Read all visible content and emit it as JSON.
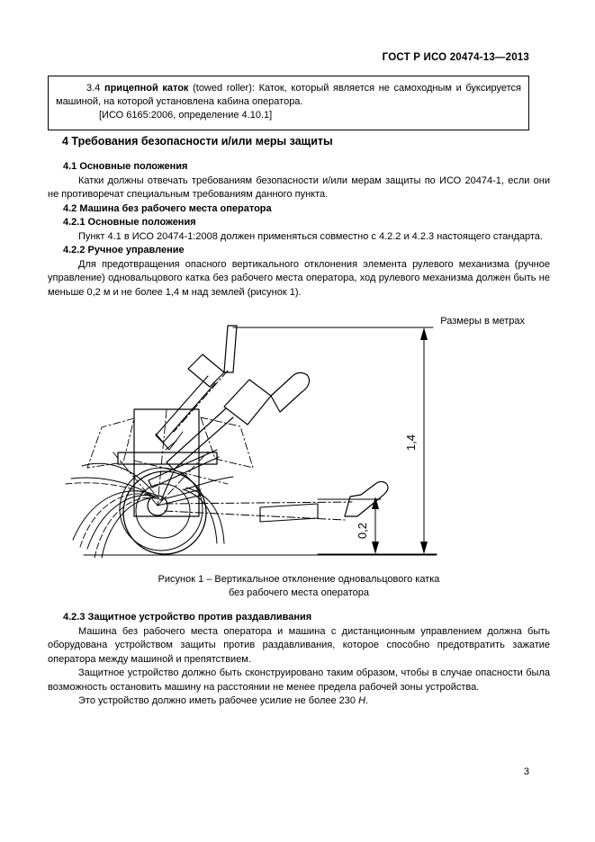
{
  "header": {
    "standard_ref": "ГОСТ Р ИСО 20474-13—2013"
  },
  "definition_box": {
    "clause_number": "3.4",
    "term": "прицепной каток",
    "term_en": "(towed roller):",
    "definition": "Каток, который является не самоходным и буксируется машиной, на которой установлена кабина оператора.",
    "source_reference": "[ИСО 6165:2006, определение 4.10.1]"
  },
  "sections": {
    "main_heading": "4 Требования безопасности и/или меры защиты",
    "s41_heading": "4.1 Основные положения",
    "s41_body": "Катки должны отвечать требованиям безопасности и/или  мерам защиты по ИСО 20474-1, если они не противоречат специальным требованиям данного пункта.",
    "s42_heading": "4.2 Машина без рабочего места оператора",
    "s421_heading": "4.2.1 Основные положения",
    "s421_body": "Пункт 4.1 в ИСО 20474-1:2008 должен применяться совместно с 4.2.2 и 4.2.3 настоящего стандарта.",
    "s422_heading": "4.2.2  Ручное управление",
    "s422_body": "Для предотвращения опасного вертикального отклонения элемента  рулевого механизма (ручное  управление) одновальцового катка без рабочего места оператора, ход рулевого механизма должен быть не меньше 0,2 м и не более 1,4 м над землей (рисунок 1).",
    "s423_heading": "4.2.3 Защитное устройство против раздавливания",
    "s423_body_1": "Машина без рабочего места оператора и машина с дистанционным управлением должна быть оборудована устройством защиты против раздавливания, которое способно предотвратить зажатие оператора между машиной и препятствием.",
    "s423_body_2": "Защитное устройство должно быть сконструировано таким образом, чтобы в случае опасности была возможность остановить машину на расстоянии  не менее предела рабочей зоны устройства.",
    "s423_body_3_pre": "Это устройство должно иметь рабочее усилие  не более 230 ",
    "s423_body_3_unit": "Н",
    "s423_body_3_post": "."
  },
  "figure": {
    "units_note": "Размеры в метрах",
    "caption_line_1": "Рисунок 1 – Вертикальное отклонение одновальцового катка",
    "caption_line_2": "без рабочего места оператора",
    "dimension_upper": "1,4",
    "dimension_lower": "0,2"
  },
  "footer": {
    "page_number": "3"
  },
  "colors": {
    "ink": "#000000",
    "paper": "#ffffff"
  }
}
